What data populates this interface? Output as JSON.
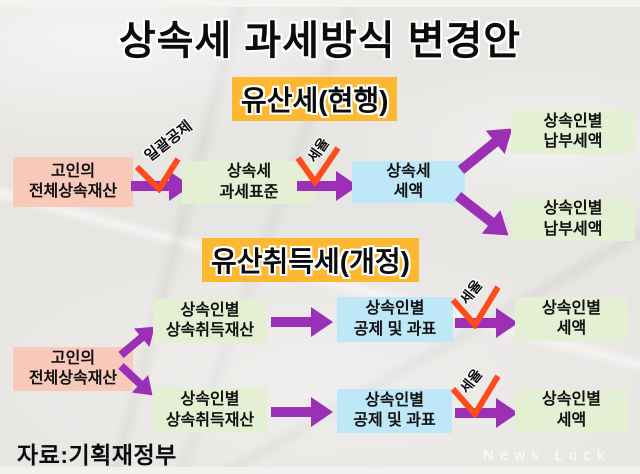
{
  "title": "상속세 과세방식 변경안",
  "sections": {
    "current": {
      "header": "유산세(현행)",
      "boxes": {
        "estate": "고인의\n전체상속재산",
        "tax_base": "상속세\n과세표준",
        "tax_amount": "상속세\n세액",
        "heir_payment_top": "상속인별\n납부세액",
        "heir_payment_bottom": "상속인별\n납부세액"
      },
      "arrow_labels": {
        "lump_sum_deduction": "일괄공제",
        "tax_rate": "세율"
      }
    },
    "revised": {
      "header": "유산취득세(개정)",
      "boxes": {
        "estate": "고인의\n전체상속재산",
        "heir_acquired_top": "상속인별\n상속취득재산",
        "heir_acquired_bottom": "상속인별\n상속취득재산",
        "deduction_base_top": "상속인별\n공제 및 과표",
        "deduction_base_bottom": "상속인별\n공제 및 과표",
        "heir_tax_top": "상속인별\n세액",
        "heir_tax_bottom": "상속인별\n세액"
      },
      "arrow_labels": {
        "tax_rate_top": "세율",
        "tax_rate_bottom": "세율"
      }
    }
  },
  "footer": {
    "source": "자료:기획재정부",
    "watermark": "News Lock"
  },
  "colors": {
    "arrow_purple": "#9b2fb5",
    "check_red": "#ff4a1a",
    "highlight_yellow": "#fcb831",
    "box_pink": "#f9c9ba",
    "box_green": "#e5efd3",
    "box_blue": "#bee7f7",
    "background_paper": "#e8e6e3"
  }
}
